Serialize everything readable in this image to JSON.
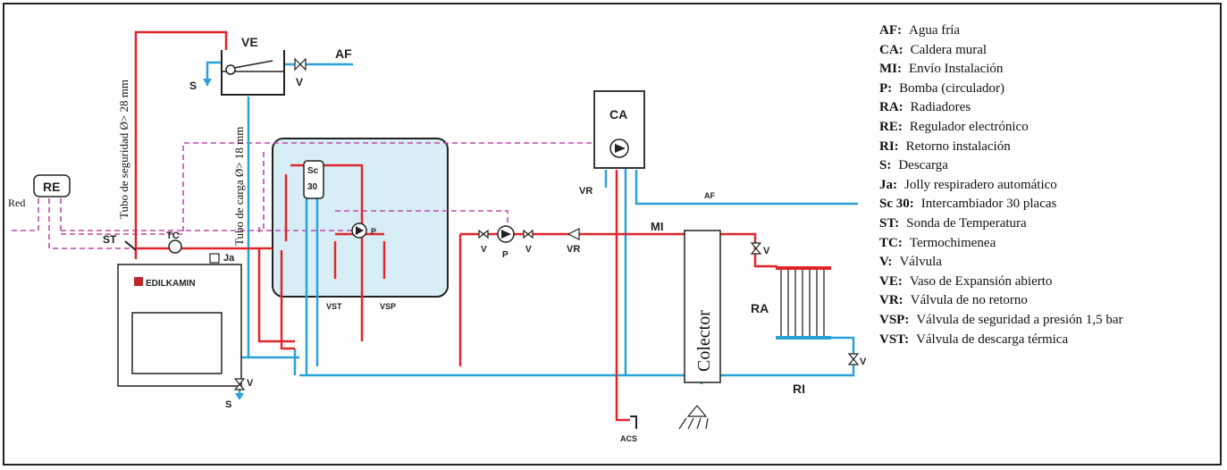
{
  "colors": {
    "hot": "#e0262c",
    "cold": "#2aa2d8",
    "signal": "#c04aa8",
    "tank_fill": "#d8eef7",
    "line": "#222222"
  },
  "labels": {
    "ve": "VE",
    "af_top": "AF",
    "s_top": "S",
    "v_top": "V",
    "re": "RE",
    "red": "Red",
    "st": "ST",
    "tc": "TC",
    "ja": "Ja",
    "brand": "EDILKAMIN",
    "sc": "Sc",
    "sc_num": "30",
    "p_pump_tank": "P",
    "vst": "VST",
    "vsp": "VSP",
    "v_pump1": "V",
    "p_pump2": "P",
    "v_pump2": "V",
    "vr_main": "VR",
    "ca": "CA",
    "vr_ca": "VR",
    "af_ca": "AF",
    "mi": "MI",
    "colector": "Colector",
    "v_ra_top": "V",
    "ra": "RA",
    "v_ra_bottom": "V",
    "ri": "RI",
    "v_bottom": "V",
    "s_bottom": "S",
    "acs": "ACS",
    "tube_safety": "Tubo de seguridad Ø> 28 mm",
    "tube_load": "Tubo de carga Ø> 18 mm"
  },
  "legend": [
    {
      "code": "AF:",
      "desc": "Agua fría"
    },
    {
      "code": "CA:",
      "desc": "Caldera mural"
    },
    {
      "code": "MI:",
      "desc": "Envío Instalación"
    },
    {
      "code": "P:",
      "desc": "Bomba (circulador)"
    },
    {
      "code": "RA:",
      "desc": "Radiadores"
    },
    {
      "code": "RE:",
      "desc": "Regulador electrónico"
    },
    {
      "code": "RI:",
      "desc": "Retorno instalación"
    },
    {
      "code": "S:",
      "desc": "Descarga"
    },
    {
      "code": "Ja:",
      "desc": "Jolly respiradero automático"
    },
    {
      "code": "Sc 30:",
      "desc": "Intercambiador 30 placas"
    },
    {
      "code": "ST:",
      "desc": "Sonda de Temperatura"
    },
    {
      "code": "TC:",
      "desc": "Termochimenea"
    },
    {
      "code": "V:",
      "desc": "Válvula"
    },
    {
      "code": "VE:",
      "desc": "Vaso de Expansión abierto"
    },
    {
      "code": "VR:",
      "desc": "Válvula de no retorno"
    },
    {
      "code": "VSP:",
      "desc": "Válvula de seguridad a presión 1,5 bar"
    },
    {
      "code": "VST:",
      "desc": "Válvula de descarga térmica"
    }
  ]
}
